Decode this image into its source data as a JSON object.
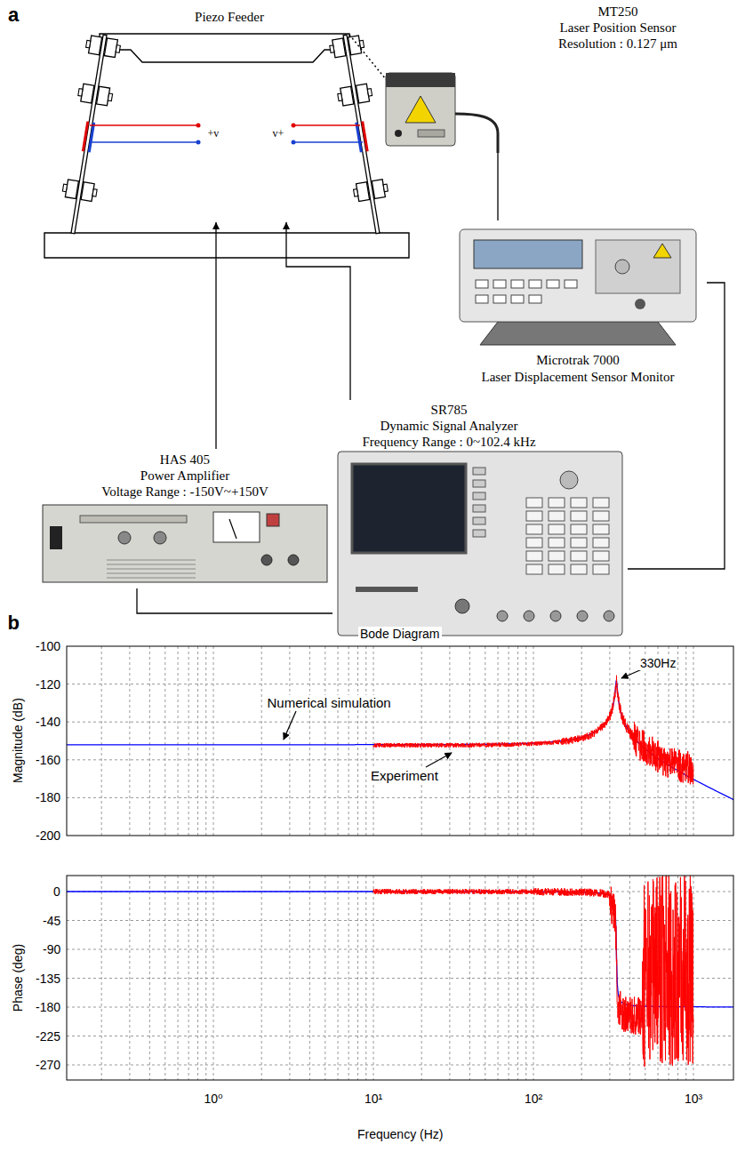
{
  "diagram": {
    "nodes": [
      {
        "text": [
          "Piezo Feeder"
        ]
      },
      {
        "text": [
          "MT250",
          "Laser Position Sensor",
          "Resolution : 0.127 μm"
        ]
      },
      {
        "text": [
          "Microtrak 7000",
          "Laser Displacement Sensor Monitor"
        ]
      },
      {
        "text": [
          "HAS 405",
          "Power Amplifier",
          "Voltage Range : -150V~+150V"
        ]
      },
      {
        "text": [
          "SR785",
          "Dynamic Signal Analyzer",
          "Frequency Range : 0~102.4 kHz"
        ]
      }
    ],
    "edges": [
      {
        "from": 1,
        "to": 2,
        "arrow": "none"
      },
      {
        "from": 2,
        "to": 4,
        "arrow": "none"
      },
      {
        "from": 4,
        "to": 3,
        "arrow": "none"
      },
      {
        "from": 3,
        "to": 0,
        "arrow": "to"
      },
      {
        "from": 4,
        "to": 0,
        "arrow": "to"
      }
    ],
    "labels": [
      "a",
      "+v",
      "v+",
      "b",
      "Bode Diagram",
      "330Hz",
      "Numerical simulation",
      "Experiment",
      "Magnitude (dB)",
      "-100",
      "-120",
      "-140",
      "-160",
      "-180",
      "-200",
      "Phase (deg)",
      "0",
      "-45",
      "-90",
      "-135",
      "-180",
      "-225",
      "-270",
      "10⁰",
      "10¹",
      "10²",
      "10³",
      "Frequency (Hz)"
    ]
  }
}
